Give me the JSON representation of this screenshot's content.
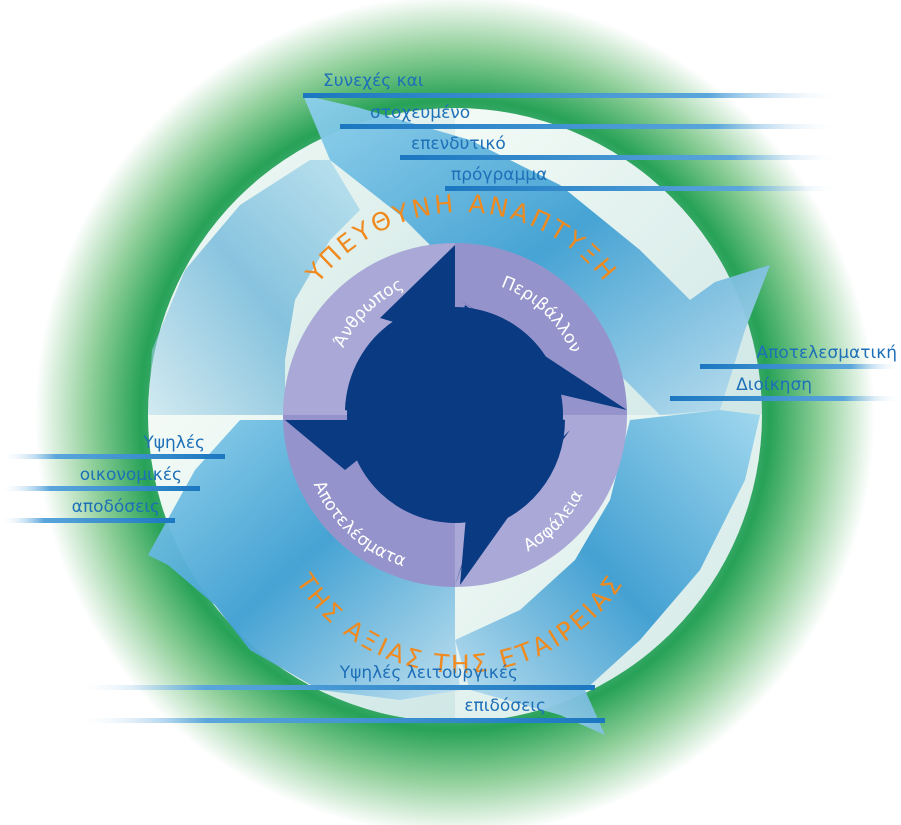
{
  "ring": {
    "top_title": "ΥΠΕΥΘΥΝΗ ΑΝΑΠΤΥΞΗ",
    "bottom_title": "ΤΗΣ ΑΞΙΑΣ ΤΗΣ ΕΤΑΙΡΕΙΑΣ"
  },
  "quadrants": {
    "top_left": "Άνθρωπος",
    "top_right": "Περιβάλλον",
    "bottom_right": "Ασφάλεια",
    "bottom_left": "Αποτελέσματα"
  },
  "callouts": {
    "top": [
      "Συνεχές και",
      "στοχευμένο",
      "επενδυτικό",
      "πρόγραμμα"
    ],
    "right": [
      "Αποτελεσματική",
      "Διοίκηση"
    ],
    "left": [
      "Υψηλές",
      "οικονομικές",
      "αποδόσεις"
    ],
    "bottom": [
      "Υψηλές λειτουργικές",
      "επιδόσεις"
    ]
  },
  "colors": {
    "label_blue": "#1d6fb8",
    "title_orange": "#f08a1e",
    "core_navy": "#0a3a82",
    "ring_lavender": "#a9a8d6",
    "arrow_blue": "#4fa6d6",
    "glow_green": "#1aa64a",
    "sector_pale": "#e6f2ee"
  }
}
